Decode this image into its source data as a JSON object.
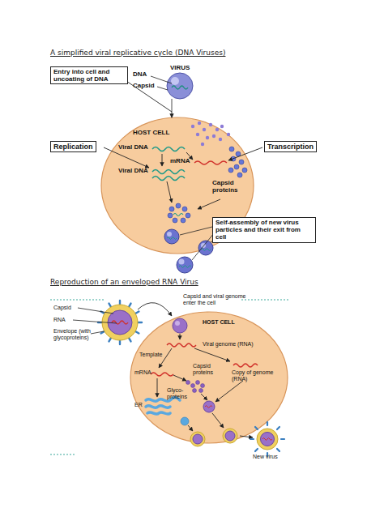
{
  "diagram": {
    "title": "A simplified viral replicative cycle (DNA Viruses)",
    "nodes": [
      {
        "text": [
          "Entry into cell and uncoating of DNA"
        ]
      },
      {
        "text": [
          "Replication"
        ]
      },
      {
        "text": [
          "Transcription"
        ]
      },
      {
        "text": [
          "HOST CELL"
        ]
      },
      {
        "text": [
          "Self-assembly of new virus particles and their exit from cell"
        ]
      },
      {
        "text": [
          "HOST CELL"
        ]
      }
    ],
    "edges": [
      {
        "from": 0,
        "to": 3,
        "arrow": "to"
      }
    ],
    "labels": [
      "VIRUS",
      "DNA",
      "Capsid",
      "Viral DNA",
      "mRNA",
      "Viral DNA",
      "Capsid proteins",
      "Reproduction of an enveloped RNA Virus",
      "Capsid",
      "RNA",
      "Envelope (with glycoproteins)",
      "Capsid and viral genome enter the cell",
      "Viral genome (RNA)",
      "Template",
      "mRNA",
      "ER",
      "Glyco- proteins",
      "Capsid proteins",
      "Copy of genome (RNA)",
      "New virus"
    ]
  }
}
